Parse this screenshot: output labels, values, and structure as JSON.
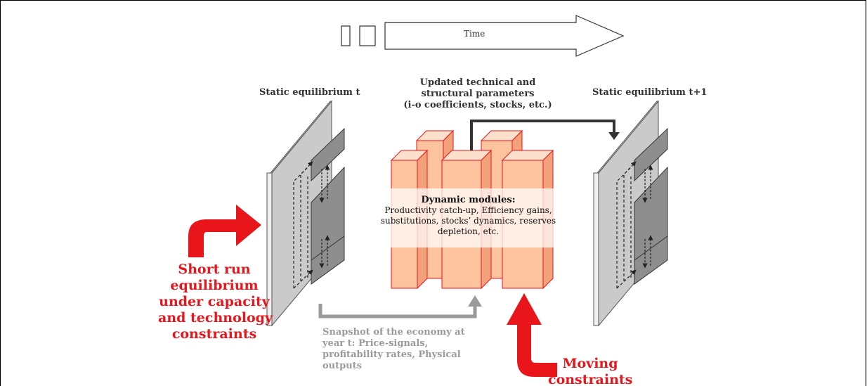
{
  "timeline": {
    "label": "Time"
  },
  "left_panel": {
    "title": "Static equilibrium t"
  },
  "right_panel": {
    "title": "Static equilibrium t+1"
  },
  "updated_params": {
    "line1": "Updated technical and",
    "line2": "structural parameters",
    "line3": "(i-o coefficients, stocks, etc.)"
  },
  "modules": {
    "title": "Dynamic modules:",
    "line1": "Productivity catch-up, Efficiency gains,",
    "line2": "substitutions, stocks’ dynamics, reserves",
    "line3": "depletion, etc."
  },
  "short_run": {
    "line1": "Short run",
    "line2": "equilibrium",
    "line3": "under capacity",
    "line4": "and technology",
    "line5": "constraints"
  },
  "snapshot": {
    "text": "Snapshot of the economy at year t:  Price-signals, profitability rates, Physical outputs"
  },
  "moving": {
    "line1": "Moving",
    "line2": "constraints"
  },
  "colors": {
    "red": "#e8151b",
    "block_fill": "#fcc39e",
    "block_stroke": "#e8151b",
    "panel_grey": "#c8c8c8",
    "snapshot_grey": "#9a9a9a"
  }
}
